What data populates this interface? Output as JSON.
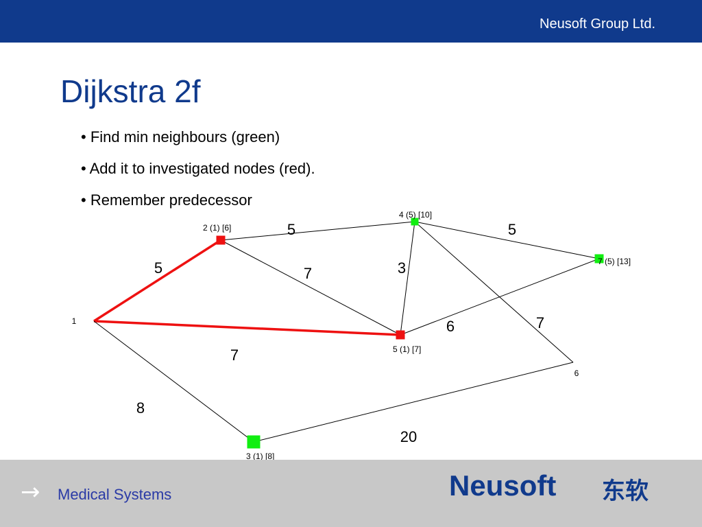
{
  "header": {
    "company": "Neusoft Group Ltd."
  },
  "slide": {
    "title": "Dijkstra 2f",
    "bullets": [
      "• Find min neighbours (green)",
      "• Add it to investigated nodes (red).",
      "• Remember predecessor"
    ]
  },
  "graph": {
    "nodes": [
      {
        "id": "1",
        "label": "1",
        "state": "start"
      },
      {
        "id": "2",
        "label": "2 (1) [6]",
        "state": "red"
      },
      {
        "id": "3",
        "label": "3 (1) [8]",
        "state": "green"
      },
      {
        "id": "4",
        "label": "4 (5) [10]",
        "state": "green"
      },
      {
        "id": "5",
        "label": "5 (1) [7]",
        "state": "red"
      },
      {
        "id": "6",
        "label": "6",
        "state": "none"
      },
      {
        "id": "7",
        "label": "7 (5) [13]",
        "state": "green"
      }
    ],
    "edges": [
      {
        "from": "1",
        "to": "2",
        "weight": "5",
        "highlight": true
      },
      {
        "from": "1",
        "to": "5",
        "weight": "7",
        "highlight": true
      },
      {
        "from": "1",
        "to": "3",
        "weight": "8",
        "highlight": false
      },
      {
        "from": "2",
        "to": "4",
        "weight": "5",
        "highlight": false
      },
      {
        "from": "2",
        "to": "5",
        "weight": "7",
        "highlight": false
      },
      {
        "from": "4",
        "to": "5",
        "weight": "3",
        "highlight": false
      },
      {
        "from": "4",
        "to": "7",
        "weight": "5",
        "highlight": false
      },
      {
        "from": "4",
        "to": "6",
        "weight": "7",
        "highlight": false
      },
      {
        "from": "5",
        "to": "7",
        "weight": "6",
        "highlight": false
      },
      {
        "from": "3",
        "to": "6",
        "weight": "20",
        "highlight": false
      }
    ],
    "colors": {
      "red": "#ee1111",
      "green": "#11ee11",
      "edge": "#000000"
    }
  },
  "footer": {
    "arrow": "→",
    "division": "Medical Systems",
    "logo": "Neusoft",
    "logo_cn": "东软"
  }
}
